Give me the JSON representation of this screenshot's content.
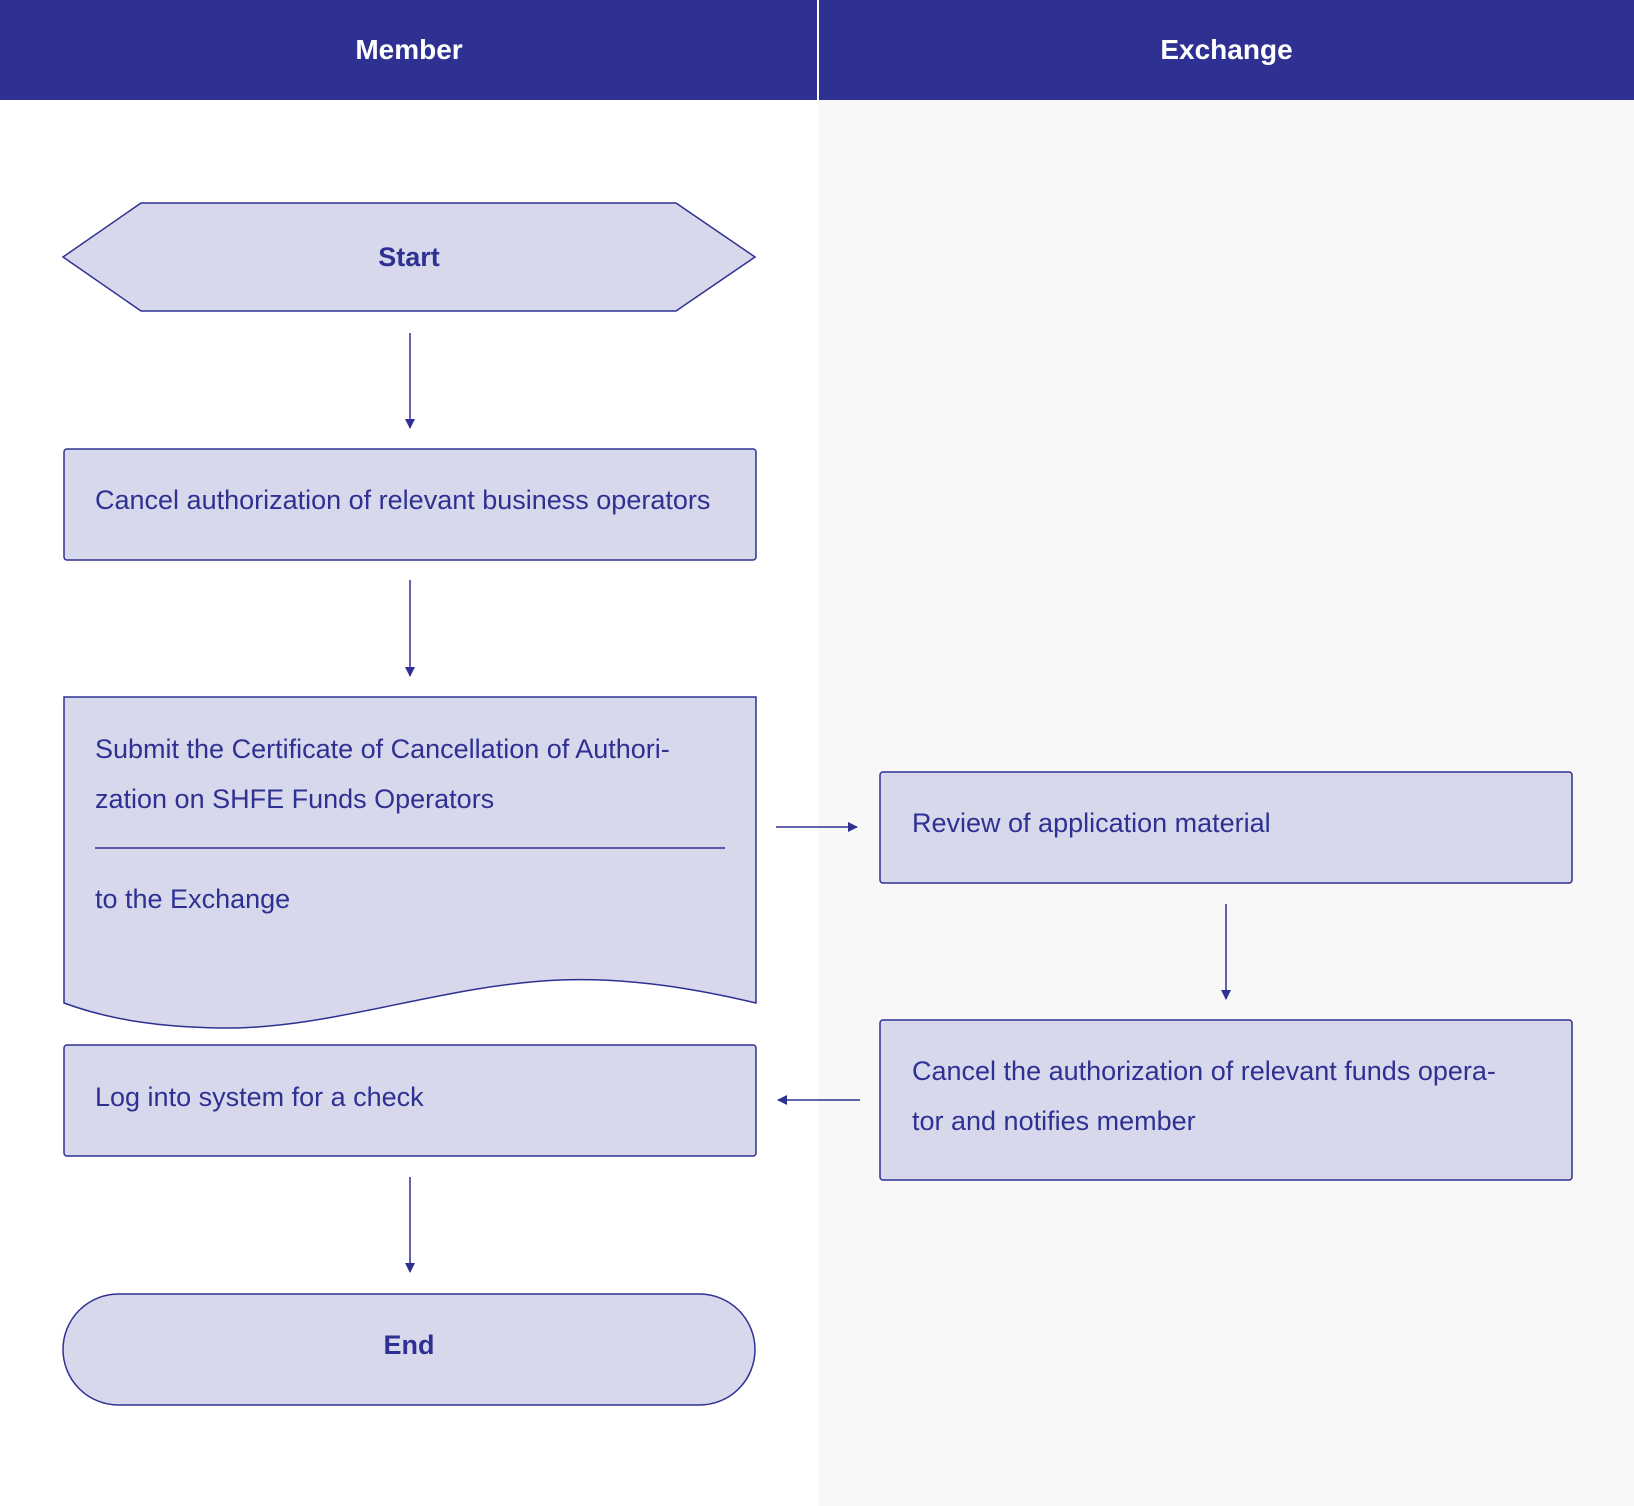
{
  "lanes": {
    "member": "Member",
    "exchange": "Exchange"
  },
  "nodes": {
    "start": "Start",
    "cancel_authorization": "Cancel authorization of relevant business operators",
    "submit_certificate_line1": "Submit the Certificate of Cancellation of Authori-",
    "submit_certificate_line2": "zation on SHFE Funds Operators",
    "submit_certificate_line3": "to the Exchange",
    "review": "Review of application material",
    "cancel_funds_line1": "Cancel the authorization of relevant funds opera-",
    "cancel_funds_line2": "tor and notifies member",
    "log_in": "Log into system for a check",
    "end": "End"
  },
  "colors": {
    "header": "#2e3192",
    "node_fill": "#d7d8ec",
    "node_stroke": "#2e3192",
    "text": "#2e3192",
    "right_lane_bg": "#f8f8f9"
  }
}
